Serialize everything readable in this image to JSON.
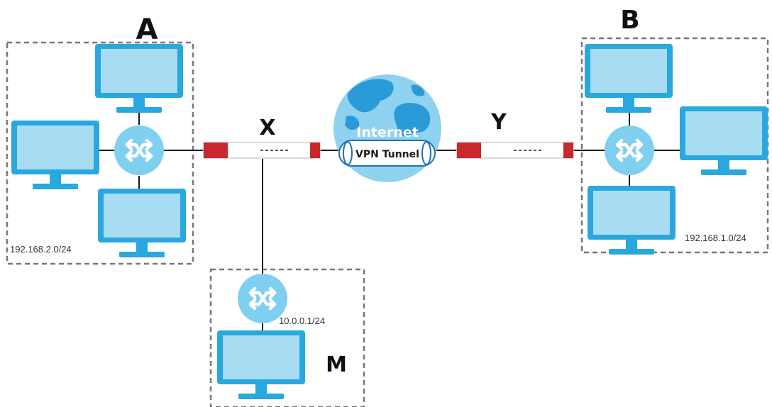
{
  "sites": {
    "a": {
      "label": "A",
      "subnet": "192.168.2.0/24"
    },
    "b": {
      "label": "B",
      "subnet": "192.168.1.0/24"
    },
    "m": {
      "label": "M",
      "subnet": "10.0.0.1/24"
    }
  },
  "gateways": {
    "x": {
      "label": "X"
    },
    "y": {
      "label": "Y"
    }
  },
  "cloud": {
    "label": "Internet",
    "tunnel_label": "VPN Tunnel"
  },
  "colors": {
    "monitor_fill": "#a8dcf3",
    "monitor_frame": "#29a8e0",
    "switch_fill": "#7fcff0",
    "gateway_red": "#c8282e",
    "globe_sea": "#8fd2f0",
    "globe_land": "#2a9ad8",
    "line": "#1a1a1a",
    "dashed_box": "#777777"
  }
}
